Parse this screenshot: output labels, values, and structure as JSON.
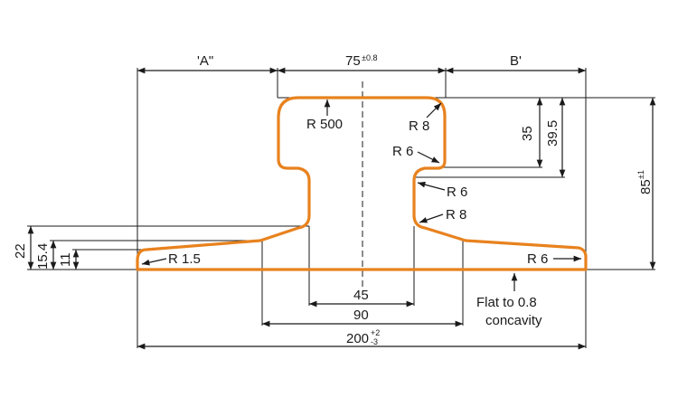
{
  "labels": {
    "A": "'A\"",
    "B": "B'",
    "top_width": "75",
    "top_width_tol": "±0.8",
    "height": "85",
    "height_tol": "±1",
    "d35": "35",
    "d395": "39.5",
    "web": "45",
    "mid": "90",
    "base": "200",
    "base_tol_up": "+2",
    "base_tol_dn": "-3",
    "h22": "22",
    "h154": "15.4",
    "h11": "11",
    "r500": "R 500",
    "r8_top": "R 8",
    "r6_top": "R 6",
    "r6_web": "R 6",
    "r8_web": "R 8",
    "r15": "R 1.5",
    "r6_foot": "R 6",
    "flat1": "Flat to 0.8",
    "flat2": "concavity"
  },
  "colors": {
    "profile": "#e8821e",
    "lines": "#1a1a1a"
  }
}
